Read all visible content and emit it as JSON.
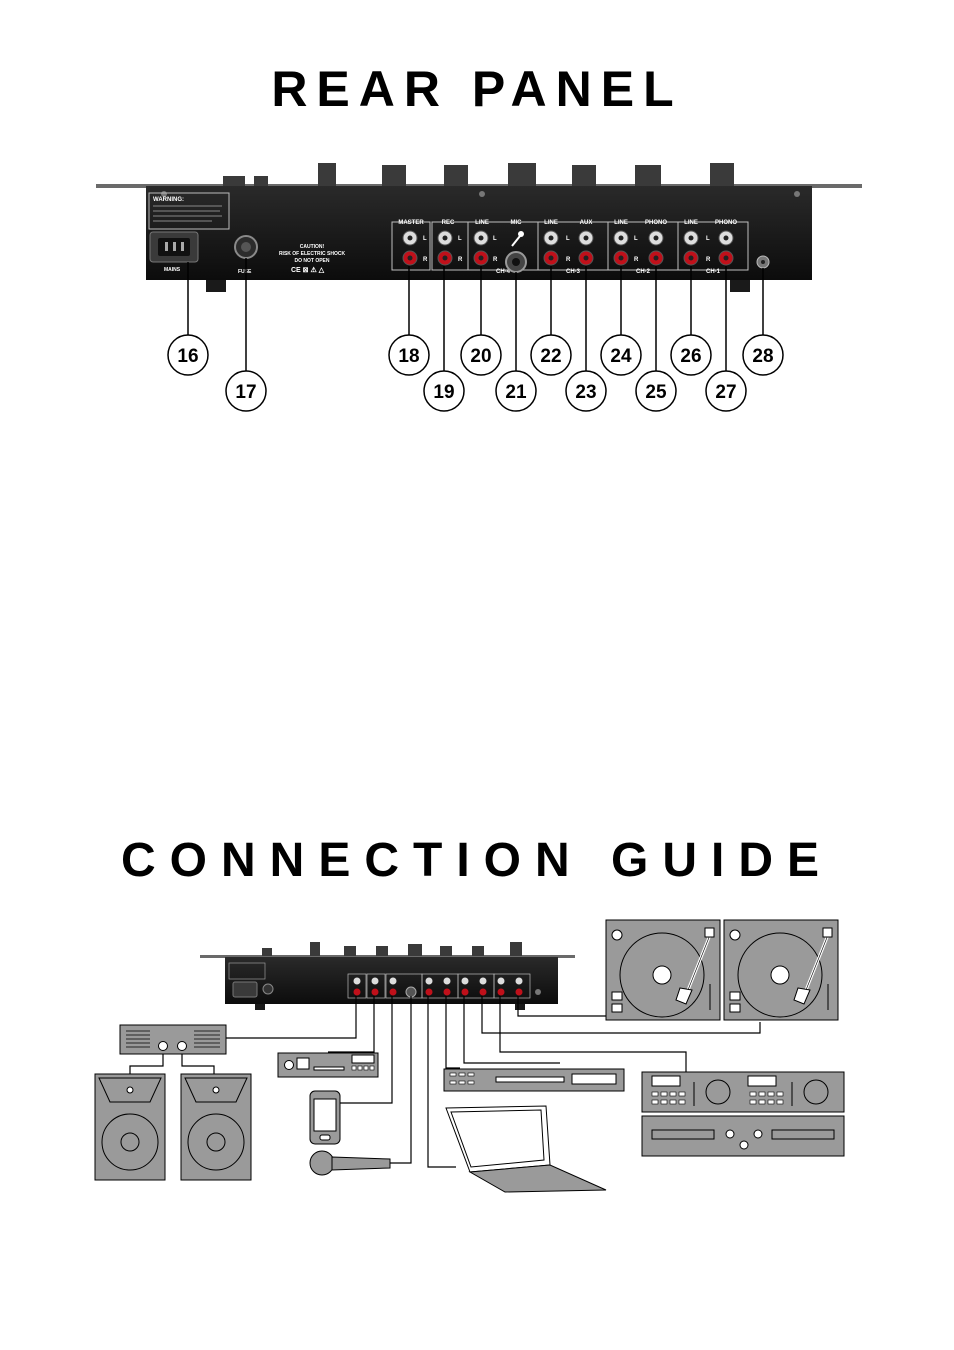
{
  "titles": {
    "rear_panel": "REAR PANEL",
    "connection_guide": "CONNECTION GUIDE"
  },
  "rear_panel": {
    "group_labels": [
      "MASTER",
      "REC",
      "LINE",
      "MIC",
      "LINE",
      "AUX",
      "LINE",
      "PHONO",
      "LINE",
      "PHONO"
    ],
    "channel_labels": [
      "CH-4",
      "CH-3",
      "CH-2",
      "CH-1"
    ],
    "warning_heading": "WARNING:",
    "caution_text": [
      "CAUTION!",
      "RISK OF ELECTRIC SHOCK",
      "DO NOT OPEN"
    ],
    "mains_label": "MAINS",
    "fuse_label": "FUSE",
    "callouts": [
      "16",
      "17",
      "18",
      "19",
      "20",
      "21",
      "22",
      "23",
      "24",
      "25",
      "26",
      "27",
      "28"
    ]
  },
  "colors": {
    "panel": "#141414",
    "rca_red": "#c0101a",
    "rca_white": "#e0e0e0",
    "device_gray": "#9a9a9a"
  }
}
